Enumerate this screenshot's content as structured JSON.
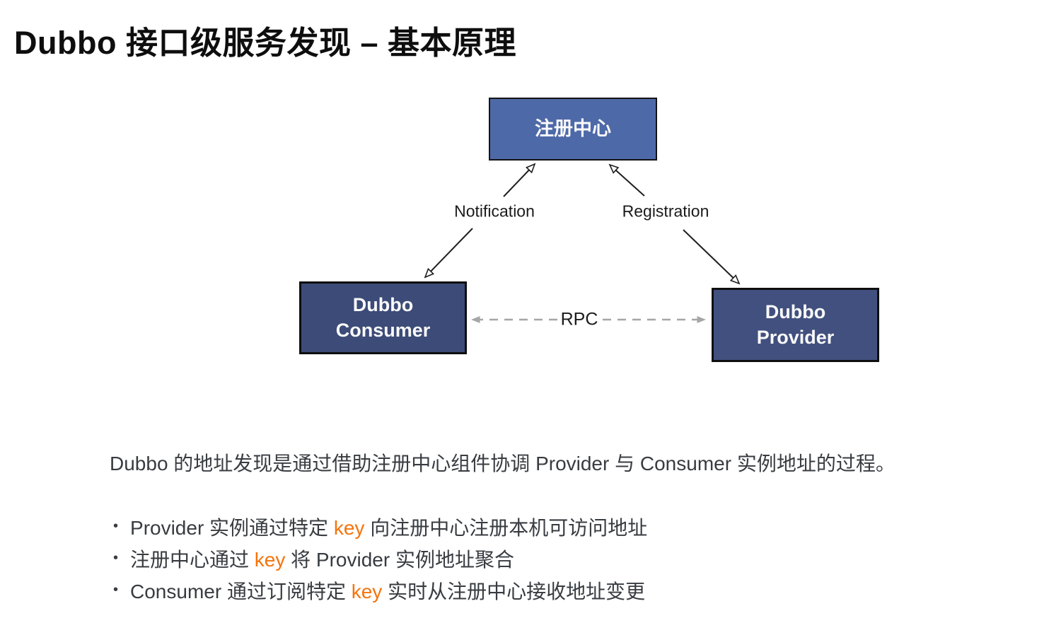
{
  "title": "Dubbo 接口级服务发现 – 基本原理",
  "diagram": {
    "registry": {
      "label": "注册中心"
    },
    "consumer": {
      "line1": "Dubbo",
      "line2": "Consumer"
    },
    "provider": {
      "line1": "Dubbo",
      "line2": "Provider"
    },
    "edges": {
      "notification_label": "Notification",
      "registration_label": "Registration",
      "rpc_label": "RPC"
    }
  },
  "description": "Dubbo 的地址发现是通过借助注册中心组件协调 Provider 与 Consumer 实例地址的过程。",
  "bullet_char": "•",
  "bullets": [
    {
      "pre": "Provider 实例通过特定 ",
      "key": "key",
      "post": " 向注册中心注册本机可访问地址"
    },
    {
      "pre": "注册中心通过 ",
      "key": "key",
      "post": " 将 Provider 实例地址聚合"
    },
    {
      "pre": "Consumer 通过订阅特定 ",
      "key": "key",
      "post": " 实时从注册中心接收地址变更"
    }
  ],
  "colors": {
    "registry-fill": "#4E69A8",
    "consumer-fill": "#3C4B77",
    "provider-fill": "#41507F",
    "key-orange": "#F5740C",
    "body-text": "#383C41",
    "title-text": "#0E0E0E",
    "edge-black": "#1F1F1F",
    "edge-gray": "#A6A6A6"
  }
}
